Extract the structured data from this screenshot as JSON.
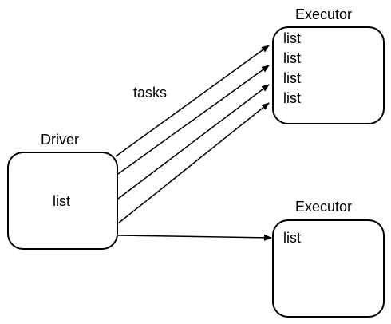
{
  "driver": {
    "title": "Driver",
    "content": "list"
  },
  "edge_label": "tasks",
  "executors": [
    {
      "title": "Executor",
      "items": [
        "list",
        "list",
        "list",
        "list"
      ]
    },
    {
      "title": "Executor",
      "items": [
        "list"
      ]
    }
  ]
}
